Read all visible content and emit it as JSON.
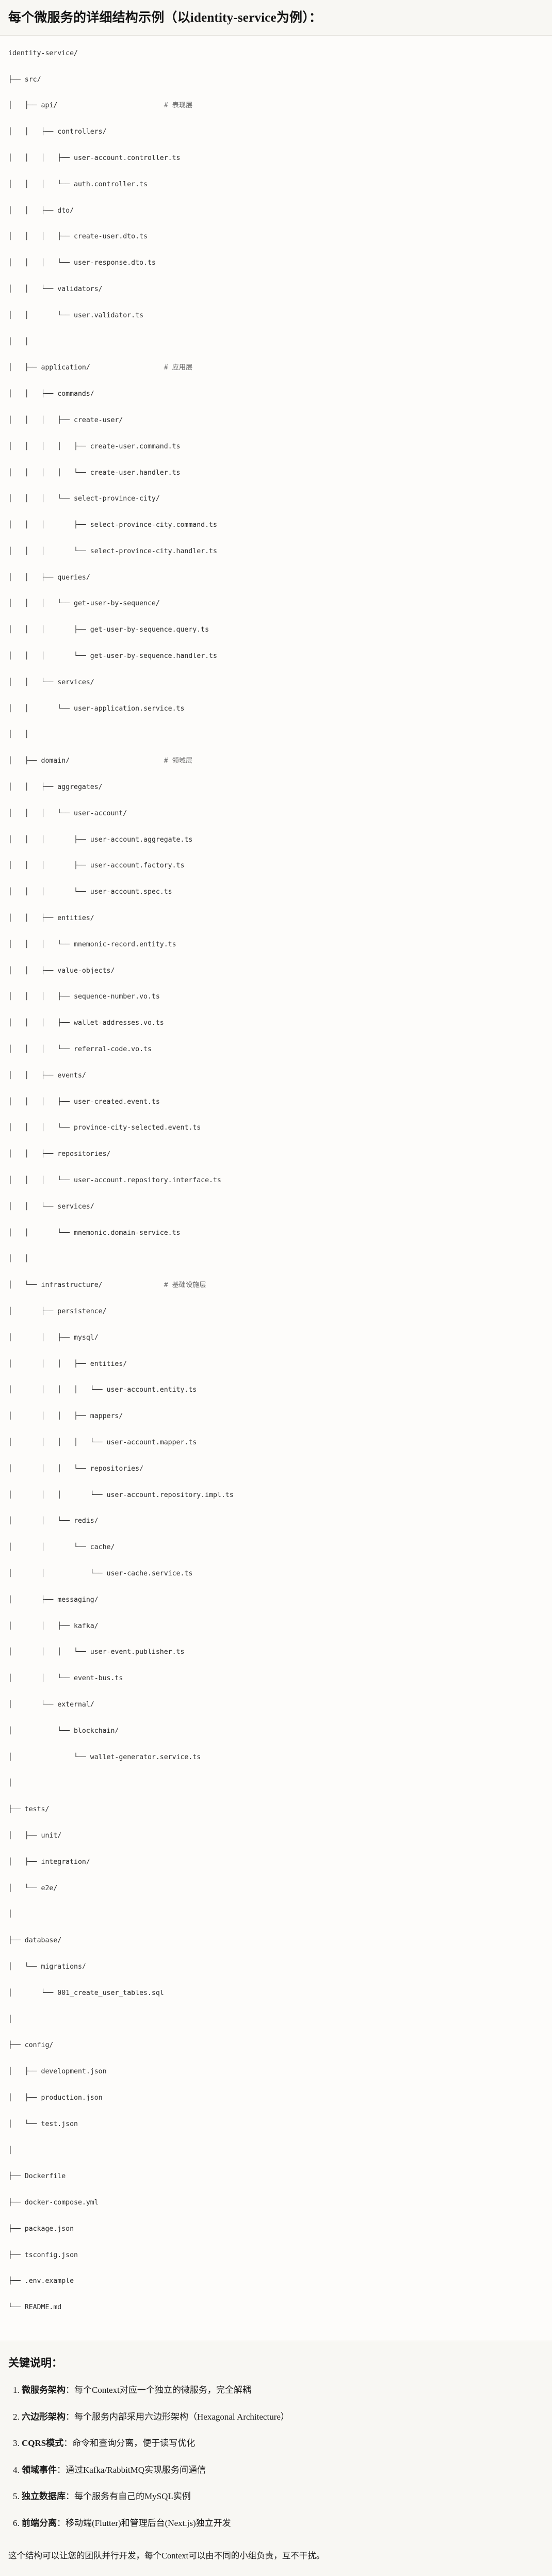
{
  "header": {
    "title": "每个微服务的详细结构示例（以identity-service为例）："
  },
  "tree": {
    "root": "identity-service/",
    "lines": [
      {
        "text": "identity-service/",
        "comment": ""
      },
      {
        "text": "├── src/",
        "comment": ""
      },
      {
        "text": "│   ├── api/",
        "comment": "# 表现层"
      },
      {
        "text": "│   │   ├── controllers/",
        "comment": ""
      },
      {
        "text": "│   │   │   ├── user-account.controller.ts",
        "comment": ""
      },
      {
        "text": "│   │   │   └── auth.controller.ts",
        "comment": ""
      },
      {
        "text": "│   │   ├── dto/",
        "comment": ""
      },
      {
        "text": "│   │   │   ├── create-user.dto.ts",
        "comment": ""
      },
      {
        "text": "│   │   │   └── user-response.dto.ts",
        "comment": ""
      },
      {
        "text": "│   │   └── validators/",
        "comment": ""
      },
      {
        "text": "│   │       └── user.validator.ts",
        "comment": ""
      },
      {
        "text": "│   │",
        "comment": ""
      },
      {
        "text": "│   ├── application/",
        "comment": "# 应用层"
      },
      {
        "text": "│   │   ├── commands/",
        "comment": ""
      },
      {
        "text": "│   │   │   ├── create-user/",
        "comment": ""
      },
      {
        "text": "│   │   │   │   ├── create-user.command.ts",
        "comment": ""
      },
      {
        "text": "│   │   │   │   └── create-user.handler.ts",
        "comment": ""
      },
      {
        "text": "│   │   │   └── select-province-city/",
        "comment": ""
      },
      {
        "text": "│   │   │       ├── select-province-city.command.ts",
        "comment": ""
      },
      {
        "text": "│   │   │       └── select-province-city.handler.ts",
        "comment": ""
      },
      {
        "text": "│   │   ├── queries/",
        "comment": ""
      },
      {
        "text": "│   │   │   └── get-user-by-sequence/",
        "comment": ""
      },
      {
        "text": "│   │   │       ├── get-user-by-sequence.query.ts",
        "comment": ""
      },
      {
        "text": "│   │   │       └── get-user-by-sequence.handler.ts",
        "comment": ""
      },
      {
        "text": "│   │   └── services/",
        "comment": ""
      },
      {
        "text": "│   │       └── user-application.service.ts",
        "comment": ""
      },
      {
        "text": "│   │",
        "comment": ""
      },
      {
        "text": "│   ├── domain/",
        "comment": "# 领域层"
      },
      {
        "text": "│   │   ├── aggregates/",
        "comment": ""
      },
      {
        "text": "│   │   │   └── user-account/",
        "comment": ""
      },
      {
        "text": "│   │   │       ├── user-account.aggregate.ts",
        "comment": ""
      },
      {
        "text": "│   │   │       ├── user-account.factory.ts",
        "comment": ""
      },
      {
        "text": "│   │   │       └── user-account.spec.ts",
        "comment": ""
      },
      {
        "text": "│   │   ├── entities/",
        "comment": ""
      },
      {
        "text": "│   │   │   └── mnemonic-record.entity.ts",
        "comment": ""
      },
      {
        "text": "│   │   ├── value-objects/",
        "comment": ""
      },
      {
        "text": "│   │   │   ├── sequence-number.vo.ts",
        "comment": ""
      },
      {
        "text": "│   │   │   ├── wallet-addresses.vo.ts",
        "comment": ""
      },
      {
        "text": "│   │   │   └── referral-code.vo.ts",
        "comment": ""
      },
      {
        "text": "│   │   ├── events/",
        "comment": ""
      },
      {
        "text": "│   │   │   ├── user-created.event.ts",
        "comment": ""
      },
      {
        "text": "│   │   │   └── province-city-selected.event.ts",
        "comment": ""
      },
      {
        "text": "│   │   ├── repositories/",
        "comment": ""
      },
      {
        "text": "│   │   │   └── user-account.repository.interface.ts",
        "comment": ""
      },
      {
        "text": "│   │   └── services/",
        "comment": ""
      },
      {
        "text": "│   │       └── mnemonic.domain-service.ts",
        "comment": ""
      },
      {
        "text": "│   │",
        "comment": ""
      },
      {
        "text": "│   └── infrastructure/",
        "comment": "# 基础设施层"
      },
      {
        "text": "│       ├── persistence/",
        "comment": ""
      },
      {
        "text": "│       │   ├── mysql/",
        "comment": ""
      },
      {
        "text": "│       │   │   ├── entities/",
        "comment": ""
      },
      {
        "text": "│       │   │   │   └── user-account.entity.ts",
        "comment": ""
      },
      {
        "text": "│       │   │   ├── mappers/",
        "comment": ""
      },
      {
        "text": "│       │   │   │   └── user-account.mapper.ts",
        "comment": ""
      },
      {
        "text": "│       │   │   └── repositories/",
        "comment": ""
      },
      {
        "text": "│       │   │       └── user-account.repository.impl.ts",
        "comment": ""
      },
      {
        "text": "│       │   └── redis/",
        "comment": ""
      },
      {
        "text": "│       │       └── cache/",
        "comment": ""
      },
      {
        "text": "│       │           └── user-cache.service.ts",
        "comment": ""
      },
      {
        "text": "│       ├── messaging/",
        "comment": ""
      },
      {
        "text": "│       │   ├── kafka/",
        "comment": ""
      },
      {
        "text": "│       │   │   └── user-event.publisher.ts",
        "comment": ""
      },
      {
        "text": "│       │   └── event-bus.ts",
        "comment": ""
      },
      {
        "text": "│       └── external/",
        "comment": ""
      },
      {
        "text": "│           └── blockchain/",
        "comment": ""
      },
      {
        "text": "│               └── wallet-generator.service.ts",
        "comment": ""
      },
      {
        "text": "│",
        "comment": ""
      },
      {
        "text": "├── tests/",
        "comment": ""
      },
      {
        "text": "│   ├── unit/",
        "comment": ""
      },
      {
        "text": "│   ├── integration/",
        "comment": ""
      },
      {
        "text": "│   └── e2e/",
        "comment": ""
      },
      {
        "text": "│",
        "comment": ""
      },
      {
        "text": "├── database/",
        "comment": ""
      },
      {
        "text": "│   └── migrations/",
        "comment": ""
      },
      {
        "text": "│       └── 001_create_user_tables.sql",
        "comment": ""
      },
      {
        "text": "│",
        "comment": ""
      },
      {
        "text": "├── config/",
        "comment": ""
      },
      {
        "text": "│   ├── development.json",
        "comment": ""
      },
      {
        "text": "│   ├── production.json",
        "comment": ""
      },
      {
        "text": "│   └── test.json",
        "comment": ""
      },
      {
        "text": "│",
        "comment": ""
      },
      {
        "text": "├── Dockerfile",
        "comment": ""
      },
      {
        "text": "├── docker-compose.yml",
        "comment": ""
      },
      {
        "text": "├── package.json",
        "comment": ""
      },
      {
        "text": "├── tsconfig.json",
        "comment": ""
      },
      {
        "text": "├── .env.example",
        "comment": ""
      },
      {
        "text": "└── README.md",
        "comment": ""
      }
    ]
  },
  "notes": {
    "heading": "关键说明：",
    "items": [
      {
        "term": "微服务架构",
        "sep": "：",
        "desc": "每个Context对应一个独立的微服务，完全解耦"
      },
      {
        "term": "六边形架构",
        "sep": "：",
        "desc": "每个服务内部采用六边形架构（Hexagonal Architecture）"
      },
      {
        "term": "CQRS模式",
        "sep": "：",
        "desc": "命令和查询分离，便于读写优化"
      },
      {
        "term": "领域事件",
        "sep": "：",
        "desc": "通过Kafka/RabbitMQ实现服务间通信"
      },
      {
        "term": "独立数据库",
        "sep": "：",
        "desc": "每个服务有自己的MySQL实例"
      },
      {
        "term": "前端分离",
        "sep": "：",
        "desc": "移动端(Flutter)和管理后台(Next.js)独立开发"
      }
    ],
    "footer": "这个结构可以让您的团队并行开发，每个Context可以由不同的小组负责，互不干扰。"
  },
  "colors": {
    "page_bg": "#fbfaf8",
    "header_bg": "#f8f7f3",
    "tree_bg": "#fdfcfa",
    "text": "#1b1b1b",
    "mono_text": "#2d2d2d",
    "comment_text": "#6a6a6a",
    "divider": "#e2e0da"
  }
}
